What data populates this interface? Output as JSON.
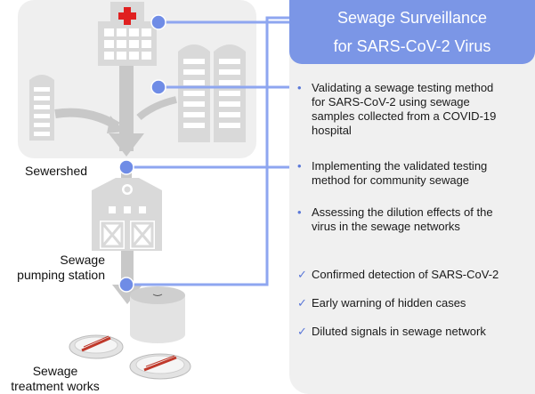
{
  "title": {
    "line1": "Sewage Surveillance",
    "line2": "for SARS-CoV-2 Virus"
  },
  "objectives": [
    {
      "line1": "Validating a sewage testing method",
      "line2": "for SARS-CoV-2 using sewage",
      "line3": "samples collected from a COVID-19",
      "line4": "hospital"
    },
    {
      "line1": "Implementing the validated testing",
      "line2": "method for community sewage"
    },
    {
      "line1": "Assessing the dilution effects of the",
      "line2": "virus in the sewage networks"
    }
  ],
  "results": [
    "Confirmed detection of SARS-CoV-2",
    "Early warning of hidden cases",
    "Diluted signals in sewage network"
  ],
  "bullet_glyph": "•",
  "check_glyph": "✓",
  "labels": {
    "sewershed": "Sewershed",
    "pumping1": "Sewage",
    "pumping2": "pumping station",
    "treatment1": "Sewage",
    "treatment2": "treatment works"
  },
  "colors": {
    "accent": "#7b96e6",
    "line": "#8ea6f0",
    "panel": "#f0f0f0",
    "pipe": "#c8c8c8",
    "building": "#d9d9d9",
    "red_cross": "#e02020"
  },
  "icons": [
    "hospital-icon",
    "apartment-icon",
    "barn-icon",
    "tank-icon",
    "settling-tank-icon"
  ]
}
